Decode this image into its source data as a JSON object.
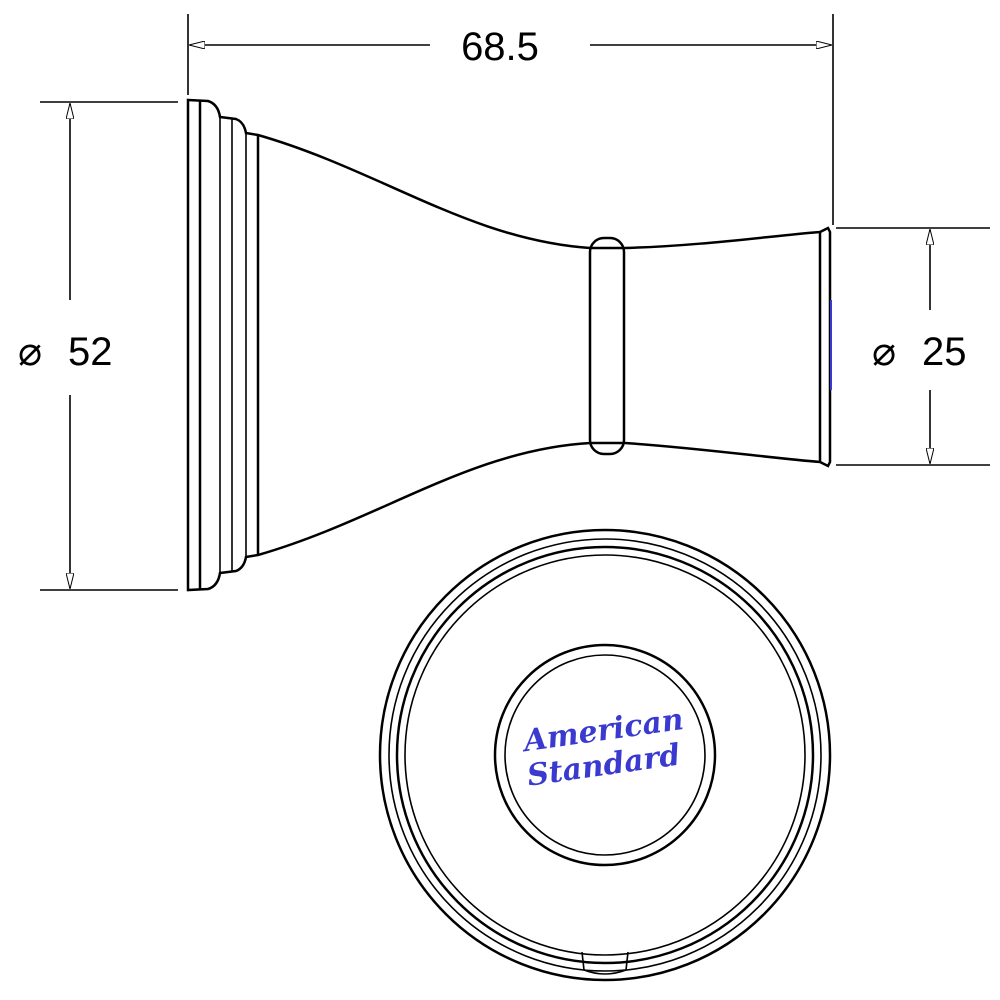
{
  "drawing": {
    "dimensions": {
      "length": "68.5",
      "base_diameter": "52",
      "tip_diameter": "25",
      "diameter_symbol": "⌀"
    },
    "logo": {
      "line1": "American",
      "line2": "Standard",
      "color": "#3a3ad0"
    }
  }
}
